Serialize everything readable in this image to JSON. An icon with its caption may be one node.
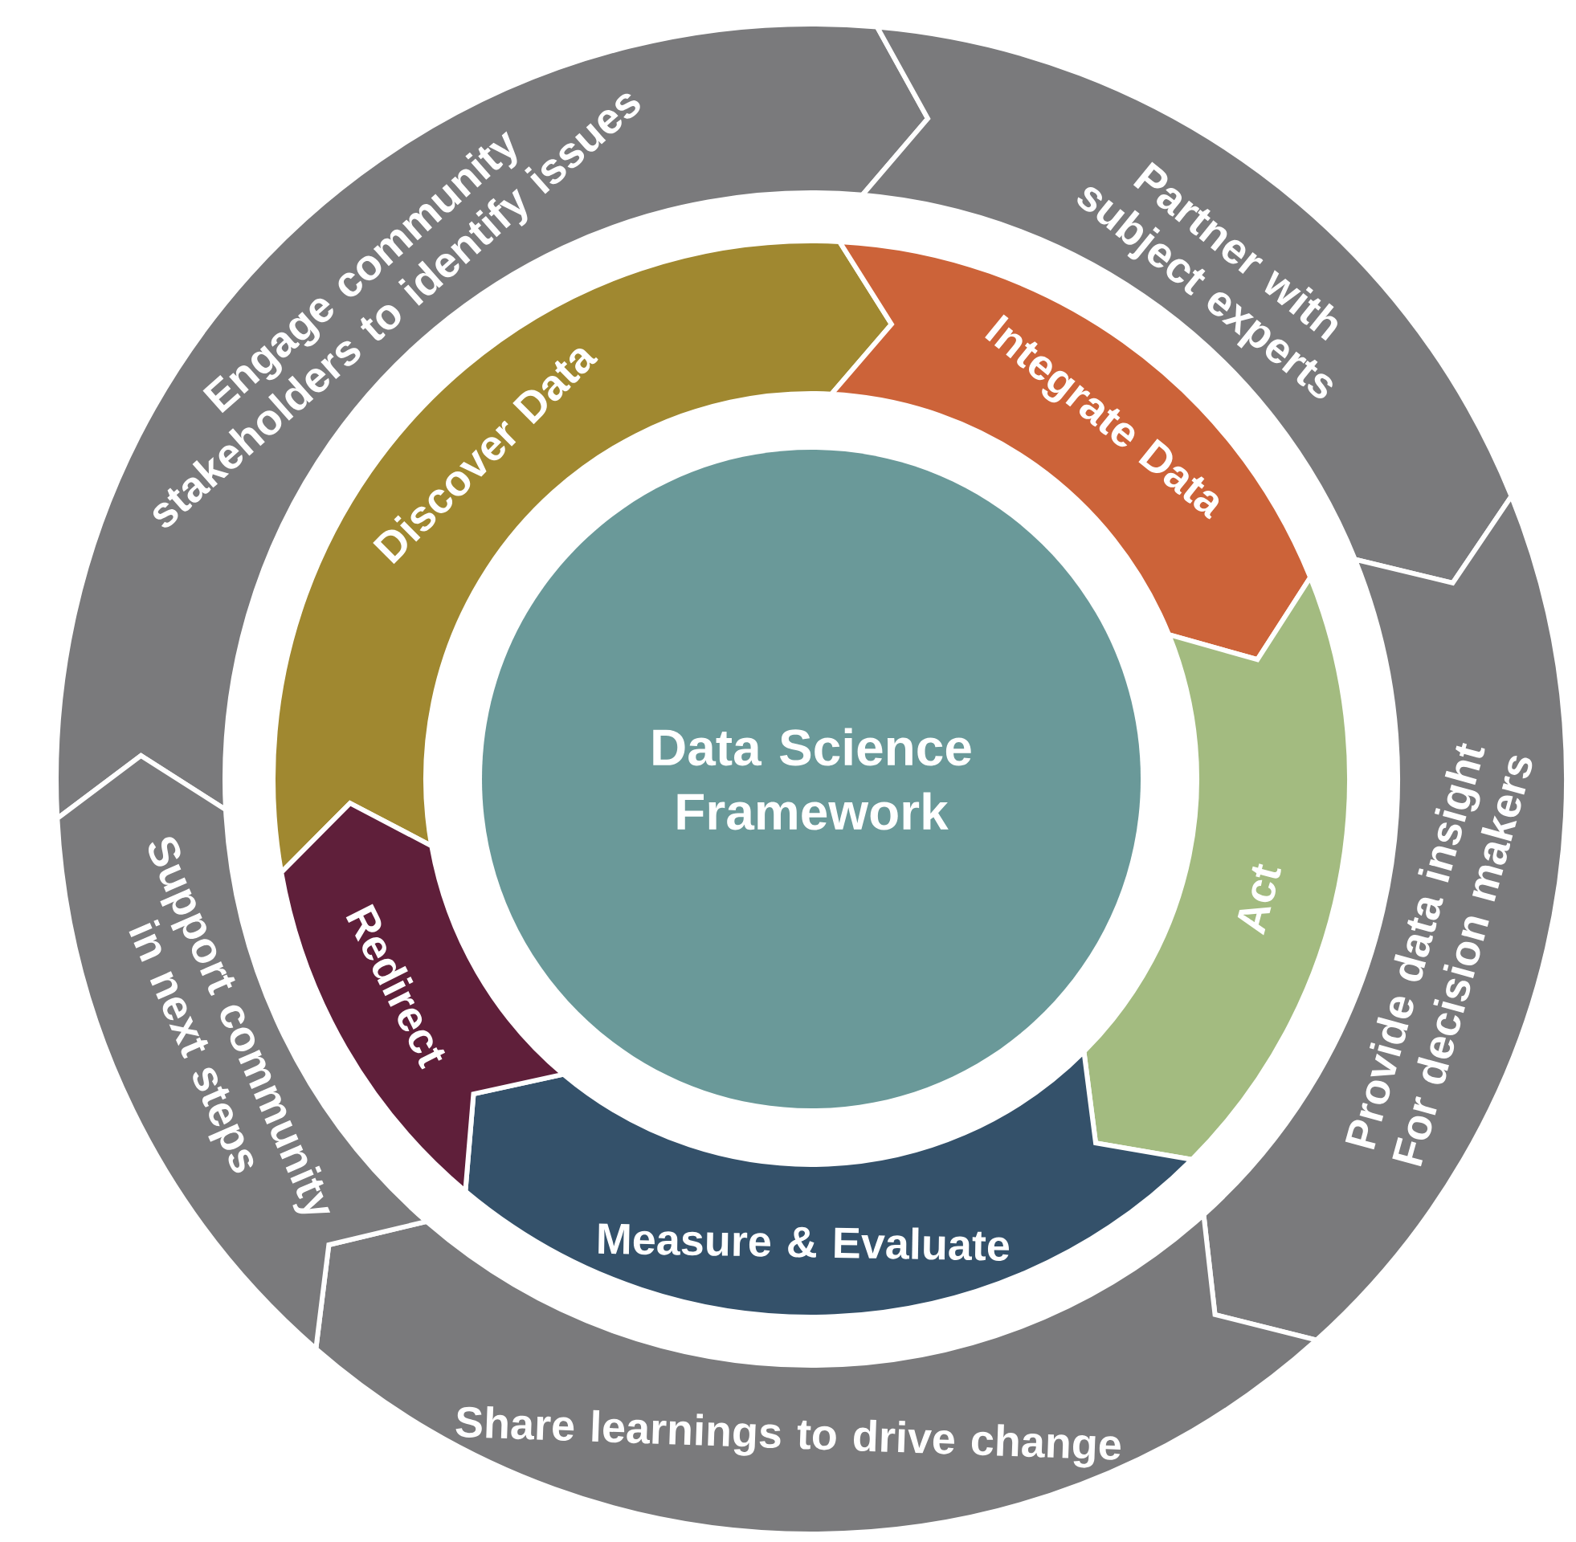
{
  "diagram": {
    "nodes": [
      {
        "text": [
          "Data Science Framework"
        ]
      },
      {
        "text": [
          "Discover Data"
        ]
      },
      {
        "text": [
          "Integrate Data"
        ]
      },
      {
        "text": [
          "Act"
        ]
      },
      {
        "text": [
          "Measure & Evaluate"
        ]
      },
      {
        "text": [
          "Redirect"
        ]
      },
      {
        "text": [
          "Engage community stakeholders to identify issues"
        ]
      },
      {
        "text": [
          "Partner with subject experts"
        ]
      },
      {
        "text": [
          "Provide data insight For decision makers"
        ]
      },
      {
        "text": [
          "Share learnings to drive change"
        ]
      },
      {
        "text": [
          "Support community in next steps"
        ]
      }
    ]
  }
}
